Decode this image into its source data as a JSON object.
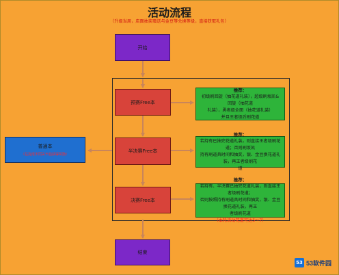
{
  "header": {
    "title": "活动流程",
    "subtitle": "（升级当周，店面抽奖赠送与金豆等兑换等级，直接获取礼包）"
  },
  "nodes": {
    "start": "开始",
    "end": "结束",
    "round1": "预赛Free本",
    "round2": "半决赛Free本",
    "round3": "决赛Free本",
    "left": {
      "label": "普通本",
      "sub": "（在完成不同关卡后获得奖励）"
    }
  },
  "recommendations": [
    {
      "head": "推荐：",
      "lines": [
        "初级刷回旋（抽花道礼装），超级刷坂凯&回旋（抽花道",
        "礼装），勇者级全面（抽花道礼装）",
        "并且王者级后刷花道"
      ],
      "note": ""
    },
    {
      "head": "推荐：",
      "lines": [
        "若持有已抽完花道礼装，则直接王者级刷花道；否则刷坂凯",
        "持有刷道具时间和抽奖，银、金豆换花道礼装，再王者级刷花",
        "道"
      ],
      "note": ""
    },
    {
      "head": "推荐：",
      "lines": [
        "若持有、半决赛已抽完花道礼装，则直接王者级刷花道；",
        "否则按照持有刷道具时间和抽奖，银、金豆换花道礼装，再王",
        "者级刷花道"
      ],
      "note": "（本轮活动花道可达5～7）"
    }
  ],
  "watermark": {
    "mark": "53",
    "text": "53软件园"
  },
  "colors": {
    "background": "#f7a233",
    "purple": "#7c28c8",
    "red": "#d8433a",
    "green": "#2eb43a",
    "blue": "#1f6fd0",
    "arrow": "#c9855a"
  }
}
